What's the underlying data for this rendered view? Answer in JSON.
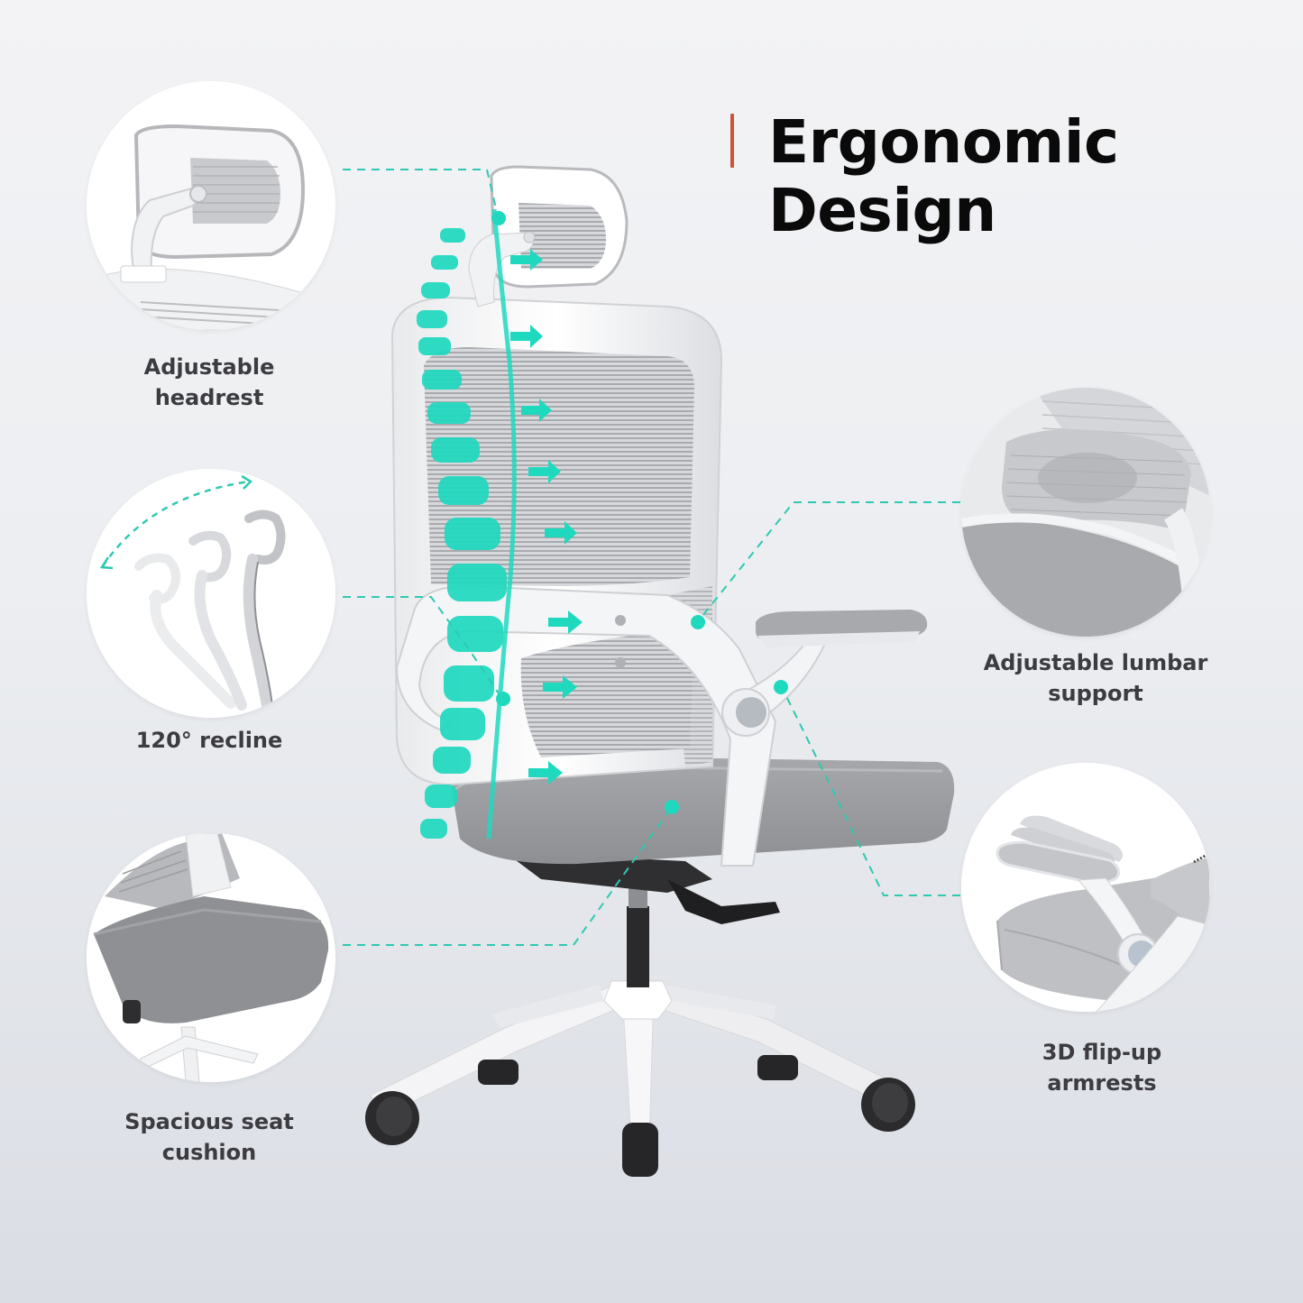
{
  "title": {
    "line1": "Ergonomic",
    "line2": "Design",
    "accent_color": "#c8553a"
  },
  "colors": {
    "background_top": "#f3f3f5",
    "background_bottom": "#dadde4",
    "teal_accent": "#2ec9b0",
    "spine_teal": "#1fd9bf",
    "label_text": "#3b3b40",
    "title_text": "#0a0a0a"
  },
  "features": [
    {
      "id": "headrest",
      "line1": "Adjustable",
      "line2": "headrest",
      "image": "headrest-closeup"
    },
    {
      "id": "recline",
      "line1": "120° recline",
      "line2": "",
      "image": "recline-angles-illustration"
    },
    {
      "id": "seat",
      "line1": "Spacious seat",
      "line2": "cushion",
      "image": "seat-cushion-closeup"
    },
    {
      "id": "lumbar",
      "line1": "Adjustable lumbar",
      "line2": "support",
      "image": "lumbar-support-closeup"
    },
    {
      "id": "armrests",
      "line1": "3D flip-up",
      "line2": "armrests",
      "image": "flip-up-armrest-closeup"
    }
  ],
  "product": {
    "image": "white-mesh-office-chair-with-spine-overlay",
    "icons": [
      "spine-vertebrae-icon",
      "forward-arrow-icon",
      "callout-dot-icon",
      "recline-arc-arrow-icon"
    ]
  }
}
